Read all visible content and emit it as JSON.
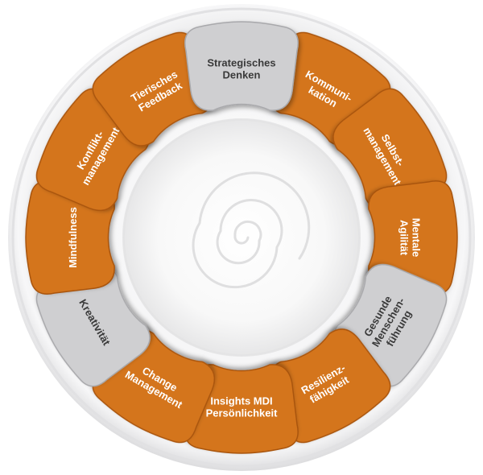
{
  "colors": {
    "orange": "#d4741d",
    "orange_dark": "#a9550f",
    "gray": "#cfcfd1",
    "gray_dark": "#a8a8ab",
    "plate": "#eeeeef"
  },
  "segments": [
    {
      "id": "kommunikation",
      "lines": [
        "Kommuni-",
        "kation"
      ],
      "color": "orange"
    },
    {
      "id": "selbstmanagement",
      "lines": [
        "Selbst-",
        "management"
      ],
      "color": "orange"
    },
    {
      "id": "mentale-agilitaet",
      "lines": [
        "Mentale",
        "Agilität"
      ],
      "color": "orange"
    },
    {
      "id": "gesunde-menschenfuehrung",
      "lines": [
        "Gesunde",
        "Menschen-",
        "führung"
      ],
      "color": "gray"
    },
    {
      "id": "resilienzfaehigkeit",
      "lines": [
        "Resilienz-",
        "fähigkeit"
      ],
      "color": "orange"
    },
    {
      "id": "insights-mdi",
      "lines": [
        "Insights MDI",
        "Persönlichkeit"
      ],
      "color": "orange"
    },
    {
      "id": "change-management",
      "lines": [
        "Change",
        "Management"
      ],
      "color": "orange"
    },
    {
      "id": "kreativitaet",
      "lines": [
        "Kreativität"
      ],
      "color": "gray"
    },
    {
      "id": "mindfulness",
      "lines": [
        "Mindfulness"
      ],
      "color": "orange"
    },
    {
      "id": "konfliktmanagement",
      "lines": [
        "Konflikt-",
        "management"
      ],
      "color": "orange"
    },
    {
      "id": "tierisches-feedback",
      "lines": [
        "Tierisches",
        "Feedback"
      ],
      "color": "orange"
    },
    {
      "id": "strategisches-denken",
      "lines": [
        "Strategisches",
        "Denken"
      ],
      "color": "gray"
    }
  ]
}
